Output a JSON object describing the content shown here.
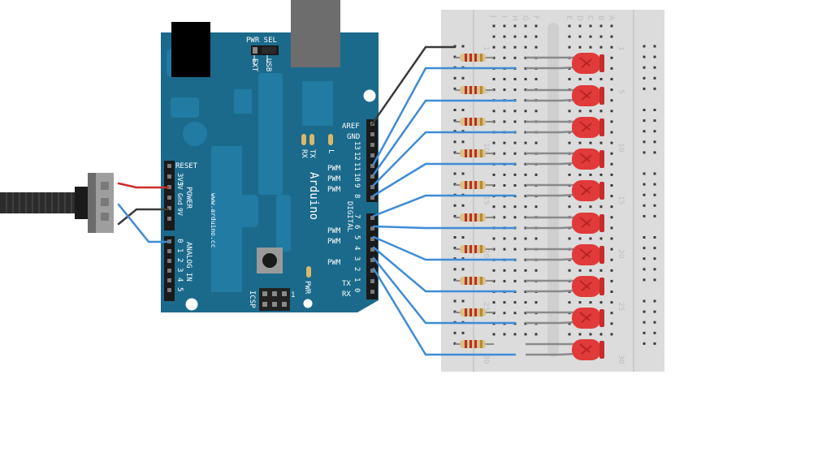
{
  "board": {
    "brand": "Arduino",
    "url": "www.arduino.cc",
    "pwr_sel": "PWR SEL",
    "ext": "EXT",
    "usb": "USB",
    "aref": "AREF",
    "gnd": "GND",
    "digital": "DIGITAL",
    "pwm": "PWM",
    "tx": "TX",
    "rx": "RX",
    "led_l": "L",
    "led_tx": "TX",
    "led_rx": "RX",
    "pwr_led": "PWR",
    "icsp": "ICSP",
    "icsp_pin": "1",
    "reset": "RESET",
    "v33": "3V3",
    "v5": "5V",
    "gnd_lower": "Gnd",
    "v9": "9V",
    "power": "POWER",
    "analog_in": "ANALOG IN",
    "digital_pins": [
      "13",
      "12",
      "11",
      "10",
      "9",
      "8",
      "7",
      "6",
      "5",
      "4",
      "3",
      "2",
      "1",
      "0"
    ],
    "analog_pins": [
      "0",
      "1",
      "2",
      "3",
      "4",
      "5"
    ]
  },
  "breadboard": {
    "columns_top": [
      "J",
      "I",
      "H",
      "G",
      "F",
      "E",
      "D",
      "C",
      "B",
      "A"
    ],
    "row_numbers": [
      "1",
      "5",
      "10",
      "15",
      "20",
      "25",
      "30"
    ]
  },
  "colors": {
    "board": "#1b6a8c",
    "wire": "#3f8bd6",
    "led": "#e03a3a",
    "breadboard": "#dcdcdc"
  }
}
